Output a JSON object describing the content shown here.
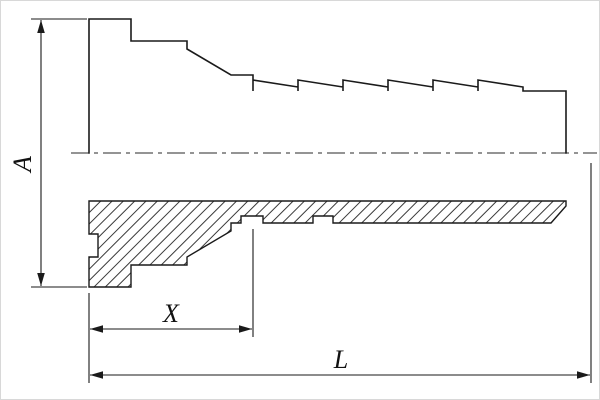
{
  "drawing": {
    "type": "technical-drawing",
    "subject": "flanged hose fitting half-section",
    "labels": {
      "height_dim": "A",
      "insert_dim": "X",
      "length_dim": "L"
    },
    "colors": {
      "line": "#1a1a1a",
      "background": "#ffffff"
    }
  }
}
